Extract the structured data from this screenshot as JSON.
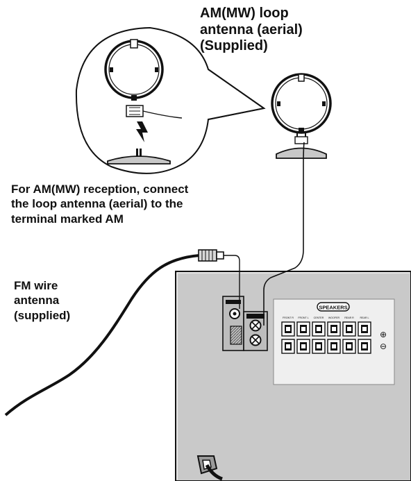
{
  "labels": {
    "am_antenna": [
      "AM(MW) loop",
      "antenna (aerial)",
      "(Supplied)"
    ],
    "am_instruction": [
      "For AM(MW) reception, connect",
      "the loop antenna (aerial) to the",
      "terminal marked AM"
    ],
    "fm_antenna": [
      "FM wire",
      "antenna",
      "(supplied)"
    ]
  },
  "panel": {
    "speakers_title": "SPEAKERS",
    "speaker_channels": [
      "FRONT R",
      "FRONT L",
      "CENTER",
      "WOOFER",
      "REAR R",
      "REAR L"
    ],
    "plus_symbol": "⊕",
    "minus_symbol": "⊖"
  },
  "icons": [
    "loop-antenna-icon",
    "fm-connector-icon",
    "power-cord-icon",
    "arrow-down-icon"
  ],
  "colors": {
    "panel_fill": "#c9c9c9",
    "speaker_box_fill": "#efefef",
    "stroke": "#111111"
  }
}
